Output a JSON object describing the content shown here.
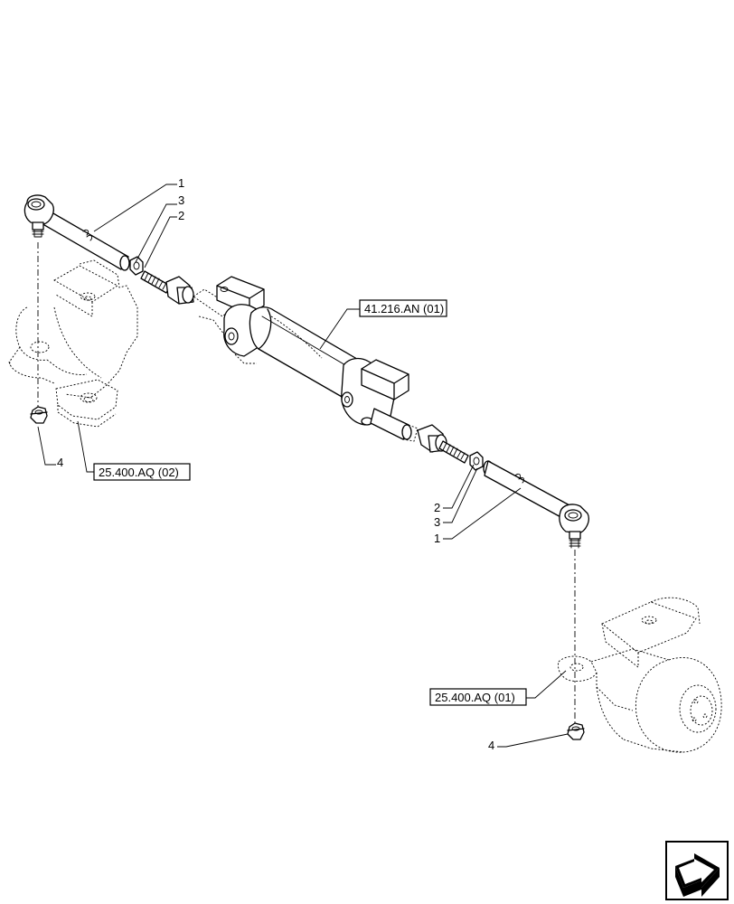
{
  "callouts": {
    "c1_top": "1",
    "c3_top": "3",
    "c2_top": "2",
    "c2_bottom": "2",
    "c3_bottom": "3",
    "c1_bottom": "1",
    "c4_left": "4",
    "c4_right": "4"
  },
  "references": {
    "steering_cylinder": "41.216.AN (01)",
    "knuckle_left": "25.400.AQ (02)",
    "knuckle_right": "25.400.AQ (01)"
  },
  "icons": {
    "next_page": "next-page-arrow-icon"
  }
}
